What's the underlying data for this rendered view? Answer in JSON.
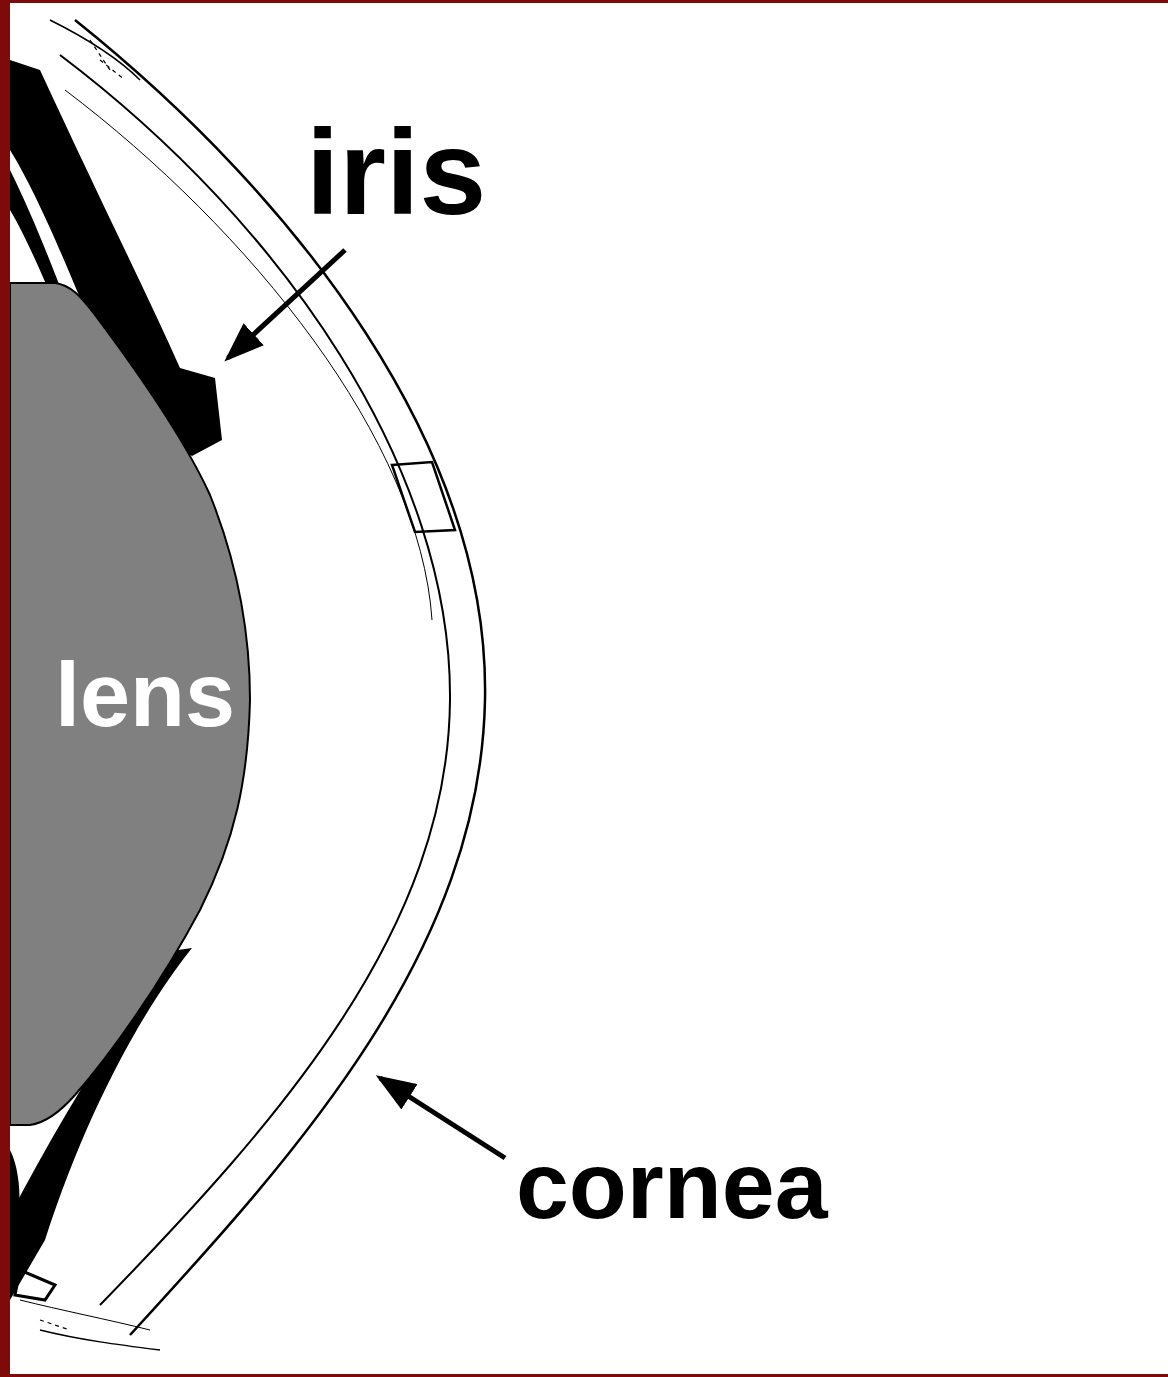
{
  "diagram": {
    "nodes": [
      {
        "text": [
          "lens"
        ]
      }
    ],
    "labels": [
      "iris",
      "cornea"
    ]
  }
}
